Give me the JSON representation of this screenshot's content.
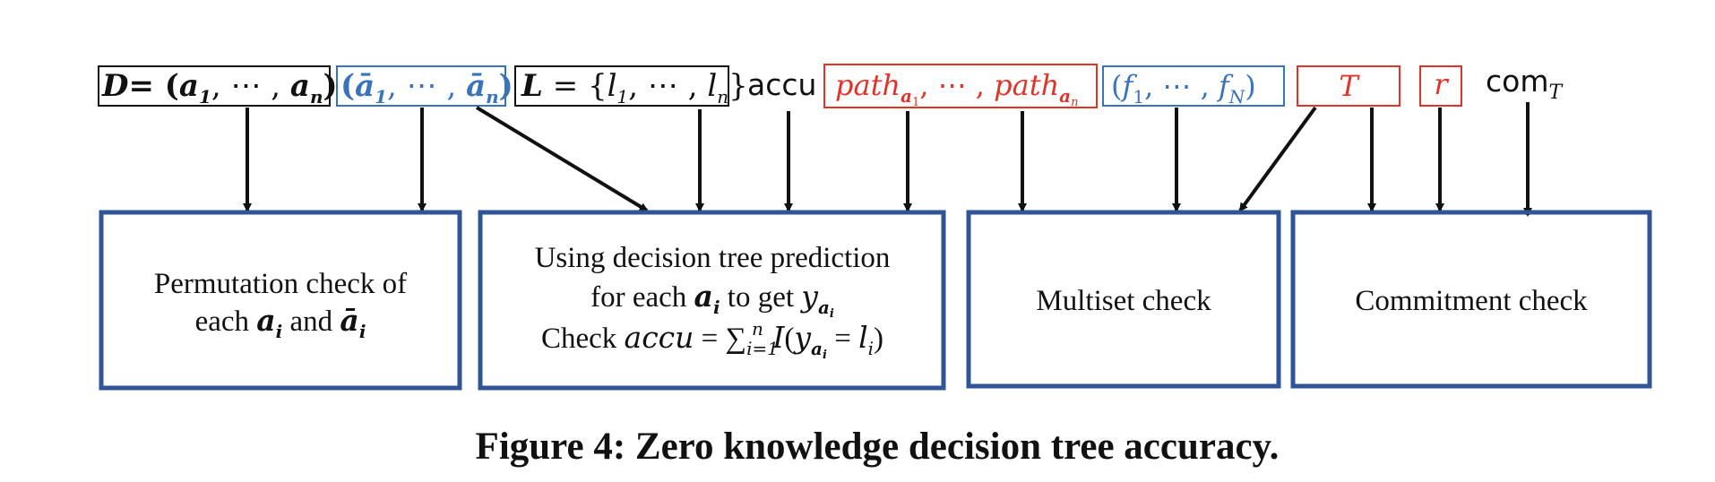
{
  "inputs": {
    "dataset": {
      "lhs": "D",
      "open": "= (",
      "a": "a",
      "sub1": "1",
      "dots": ", ⋯ , ",
      "subn": "n",
      "close": ")"
    },
    "permuted": {
      "open": "(",
      "a": "ā",
      "sub1": "1",
      "dots": ", ⋯ , ",
      "subn": "n",
      "close": ")"
    },
    "labels": {
      "lhs": "L",
      "open": " = {",
      "l": "l",
      "sub1": "1",
      "dots": ", ⋯ , ",
      "subn": "n",
      "close": "}"
    },
    "accu": "accu",
    "paths": {
      "path": "path",
      "suba": "a",
      "sub1": "1",
      "dots": ", ⋯ , ",
      "subn": "n"
    },
    "nodes": {
      "open": "(",
      "f": "f",
      "sub1": "1",
      "dots": ", ⋯ , ",
      "subN": "N",
      "close": ")"
    },
    "tree": "T",
    "randomness": "r",
    "commitment": {
      "com": "com",
      "sub": "T"
    }
  },
  "checks": {
    "permutation": {
      "line1": "Permutation check of",
      "each": "each ",
      "a": "a",
      "sub": "i",
      "and": " and ",
      "abar": "ā",
      "subbar": "i"
    },
    "prediction": {
      "line1": "Using decision tree prediction",
      "for_each": "for each ",
      "a": "a",
      "sub_i": "i",
      "to_get": " to get ",
      "y": "y",
      "y_sub_a": "a",
      "y_sub_i": "i",
      "check": "Check ",
      "accu": "accu",
      "eq": " = ∑",
      "sum_sub": "i=1",
      "sum_sup": "n",
      "I": " I",
      "open": "(",
      "y2": "y",
      "y2_sub_a": "a",
      "y2_sub_i": "i",
      "eq2": " = ",
      "l": "l",
      "l_sub": "i",
      "close": ")"
    },
    "multiset": "Multiset check",
    "commitment": "Commitment check"
  },
  "caption": "Figure 4: Zero knowledge decision tree accuracy.",
  "colors": {
    "black": "#111111",
    "blue": "#3b73b9",
    "red": "#e0342b",
    "box_border": "#2f5597"
  }
}
